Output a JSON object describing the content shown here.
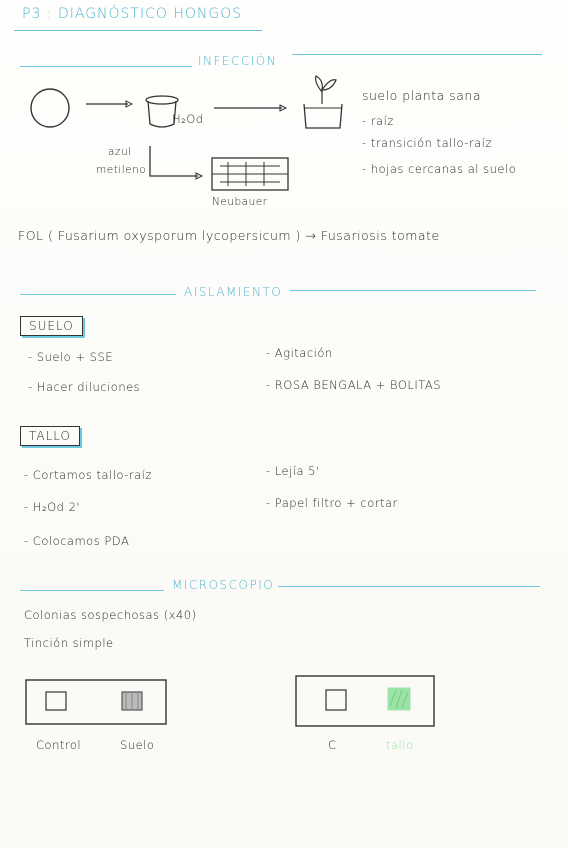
{
  "title": "P3 : DIAGNÓSTICO HONGOS",
  "infeccion": {
    "heading": "INFECCIÓN",
    "h2o_label": "H₂Od",
    "azul_label_1": "azul",
    "azul_label_2": "metileno",
    "neubauer_label": "Neubauer",
    "list": [
      "suelo planta sana",
      "- raíz",
      "- transición tallo-raíz",
      "- hojas cercanas al suelo"
    ],
    "fol_line": "FOL ( Fusarium oxysporum lycopersicum ) → Fusariosis tomate"
  },
  "aislamiento": {
    "heading": "AISLAMIENTO",
    "suelo_label": "SUELO",
    "suelo_left": [
      "- Suelo + SSE",
      "- Hacer diluciones"
    ],
    "suelo_right": [
      "- Agitación",
      "- ROSA BENGALA + BOLITAS"
    ],
    "tallo_label": "TALLO",
    "tallo_left": [
      "- Cortamos tallo-raíz",
      "- H₂Od 2'",
      "- Colocamos PDA"
    ],
    "tallo_right": [
      "- Lejía 5'",
      "- Papel filtro + cortar"
    ]
  },
  "microscopio": {
    "heading": "MICROSCOPIO",
    "line1": "Colonias sospechosas (x40)",
    "line2": "Tinción simple",
    "slide1_labels": [
      "Control",
      "Suelo"
    ],
    "slide2_labels": [
      "C",
      "tallo"
    ]
  },
  "colors": {
    "accent": "#4fb3cf",
    "ink": "#2b2b2b",
    "green": "#9be3a6"
  }
}
